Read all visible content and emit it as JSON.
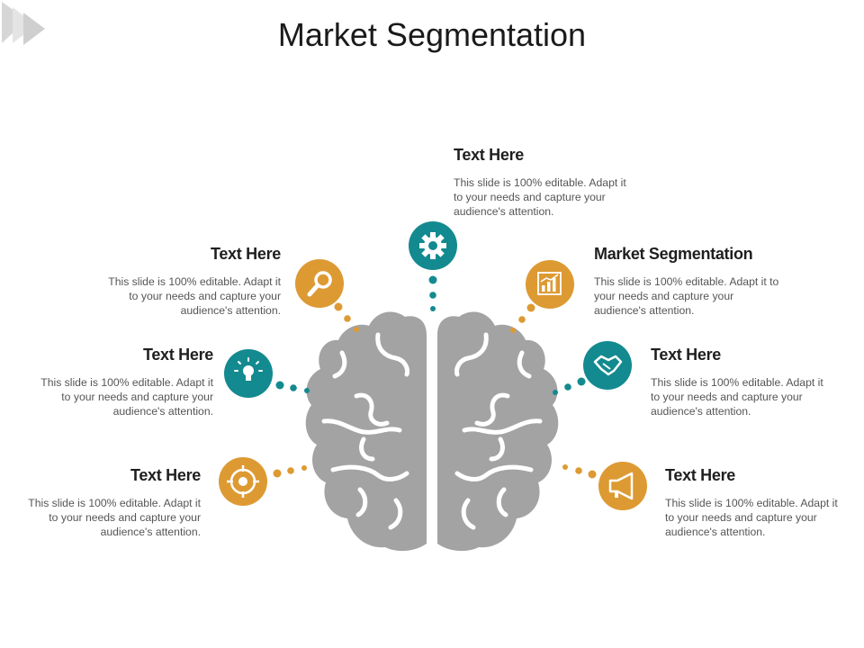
{
  "slide": {
    "title": "Market Segmentation",
    "colors": {
      "teal": "#138a8f",
      "orange": "#dd9a33",
      "brain": "#a3a3a3"
    }
  },
  "items": [
    {
      "heading": "Text Here",
      "body": "This slide is 100% editable. Adapt it to your needs and capture your audience's attention.",
      "icon": "gear-icon",
      "color": "teal"
    },
    {
      "heading": "Text Here",
      "body": "This slide is 100% editable. Adapt it to your needs and capture your audience's attention.",
      "icon": "magnifier-icon",
      "color": "orange"
    },
    {
      "heading": "Market Segmentation",
      "body": "This slide is 100% editable. Adapt it to your needs and capture your audience's attention.",
      "icon": "bar-chart-icon",
      "color": "orange"
    },
    {
      "heading": "Text Here",
      "body": "This slide is 100% editable. Adapt it to your needs and capture your audience's attention.",
      "icon": "lightbulb-icon",
      "color": "teal"
    },
    {
      "heading": "Text Here",
      "body": "This slide is 100% editable. Adapt it to your needs and capture your audience's attention.",
      "icon": "handshake-icon",
      "color": "teal"
    },
    {
      "heading": "Text Here",
      "body": "This slide is 100% editable. Adapt it to your needs and capture your audience's attention.",
      "icon": "target-icon",
      "color": "orange"
    },
    {
      "heading": "Text Here",
      "body": "This slide is 100% editable. Adapt it to your needs and capture your audience's attention.",
      "icon": "megaphone-icon",
      "color": "orange"
    }
  ]
}
